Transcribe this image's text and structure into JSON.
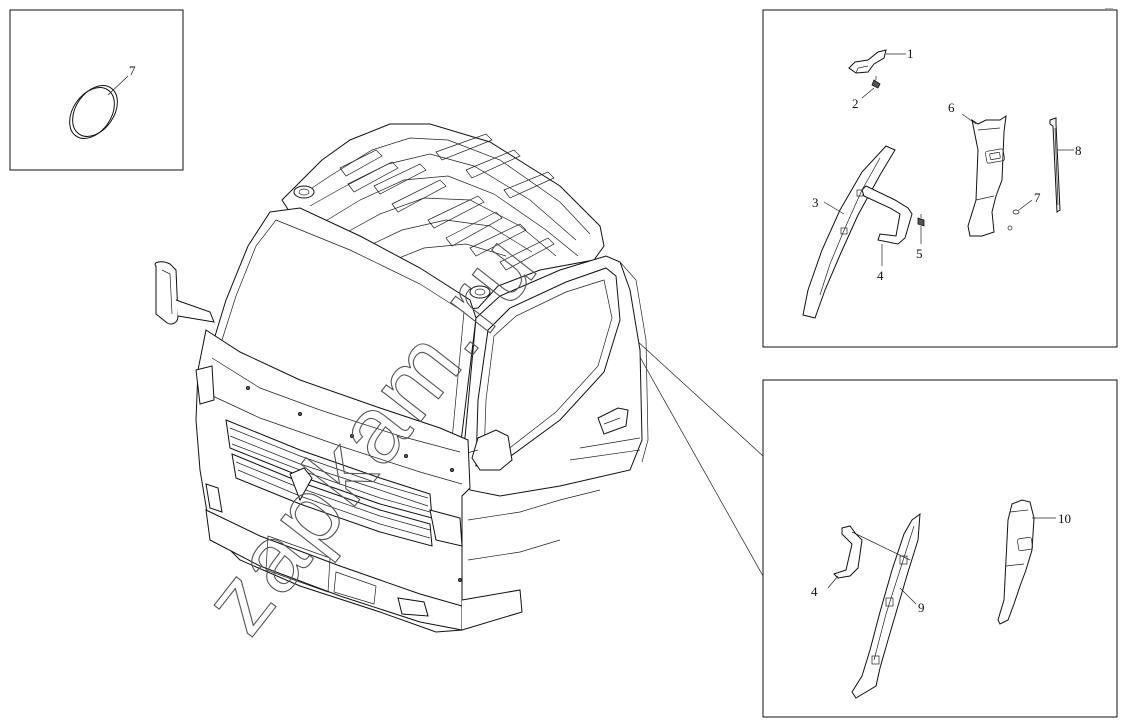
{
  "diagram": {
    "callouts": {
      "inset_left": [
        "7"
      ],
      "inset_top_right": [
        "1",
        "2",
        "3",
        "4",
        "5",
        "6",
        "7",
        "8"
      ],
      "inset_bottom_right": [
        "4",
        "9",
        "10"
      ]
    },
    "watermark": "zapkam.ru",
    "corner_mark": "—"
  }
}
